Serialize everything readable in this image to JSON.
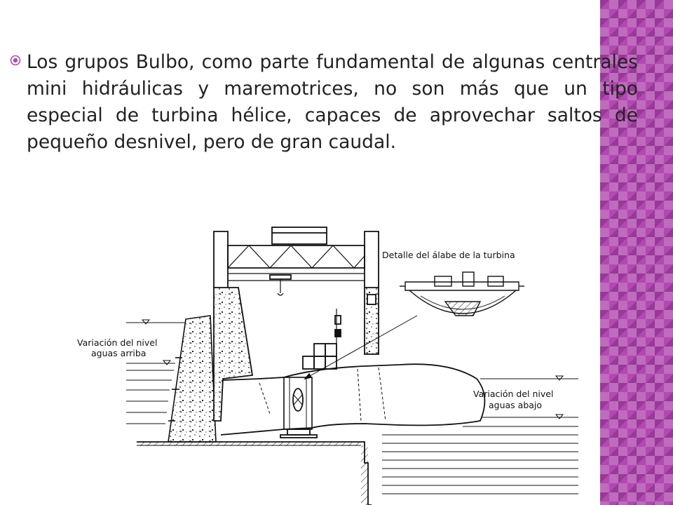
{
  "slide": {
    "paragraph": "Los   grupos  Bulbo,  como   parte   fundamental  de algunas centrales  mini hidráulicas y maremotrices, no son   más   que un   tipo  especial  de   turbina  hélice, capaces   de   aprovechar  saltos de   pequeño desnivel, pero de gran caudal."
  },
  "diagram": {
    "detail_title": "Detalle del álabe de la turbina",
    "upstream_label": [
      "Variación del nivel",
      "aguas arriba"
    ],
    "downstream_label": [
      "Variación del nivel",
      "aguas abajo"
    ]
  },
  "colors": {
    "accent_panel": "#b14ab0",
    "bullet": "#b14ab0",
    "text": "#222222",
    "line": "#111111"
  }
}
